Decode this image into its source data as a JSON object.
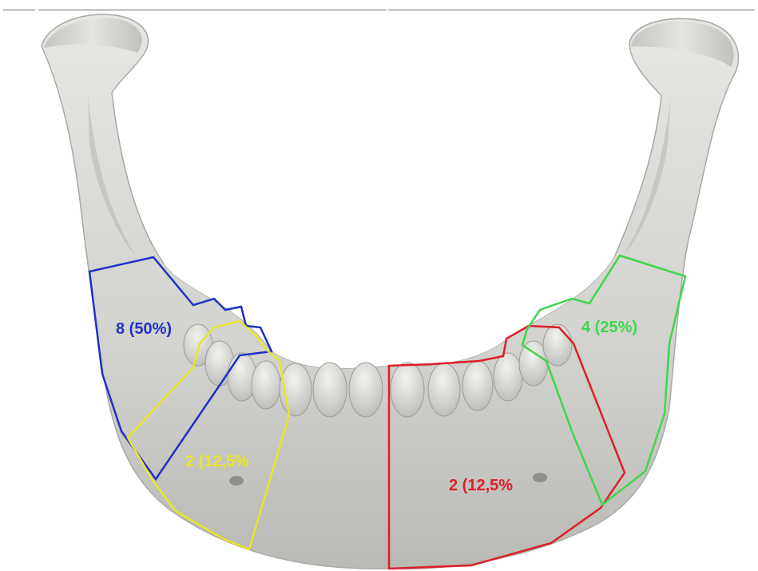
{
  "figure": {
    "regions": [
      {
        "id": "blue",
        "label": "8 (50%)",
        "color": "#2030c8"
      },
      {
        "id": "yellow",
        "label": "2 (12,5%",
        "color": "#e8e62a"
      },
      {
        "id": "red",
        "label": "2 (12,5%",
        "color": "#dc1f2a"
      },
      {
        "id": "green",
        "label": "4 (25%)",
        "color": "#3fd64a"
      }
    ],
    "bone_color": "#cfcfcb",
    "background": "#ffffff"
  }
}
